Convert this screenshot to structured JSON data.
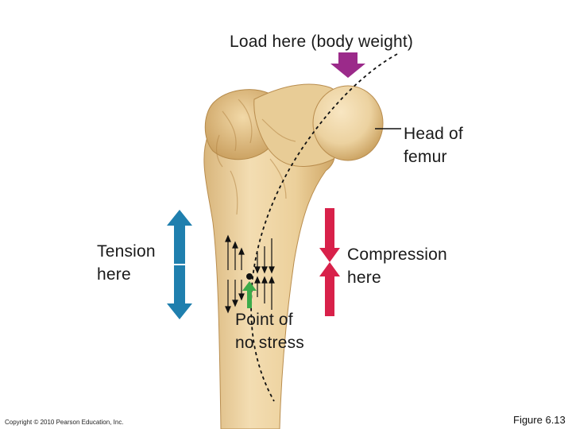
{
  "labels": {
    "load": "Load here (body weight)",
    "head_line1": "Head of",
    "head_line2": "femur",
    "tension_line1": "Tension",
    "tension_line2": "here",
    "compression_line1": "Compression",
    "compression_line2": "here",
    "nostress_line1": "Point of",
    "nostress_line2": "no stress"
  },
  "footer": {
    "copyright": "Copyright © 2010 Pearson Education, Inc.",
    "figure": "Figure 6.13"
  },
  "colors": {
    "bone": "#ecd2a0",
    "bone_shadow": "#c9a56a",
    "load_arrow": "#9b2a8a",
    "tension_arrow": "#1f7fae",
    "compression_arrow": "#d8214a",
    "nostress_arrow": "#3cab4a"
  },
  "icons": {
    "load_arrow": "arrow-down-icon",
    "tension_arrow": "double-arrow-vertical-icon",
    "compression_arrow": "converging-arrows-icon",
    "nostress_arrow": "arrow-up-icon"
  }
}
